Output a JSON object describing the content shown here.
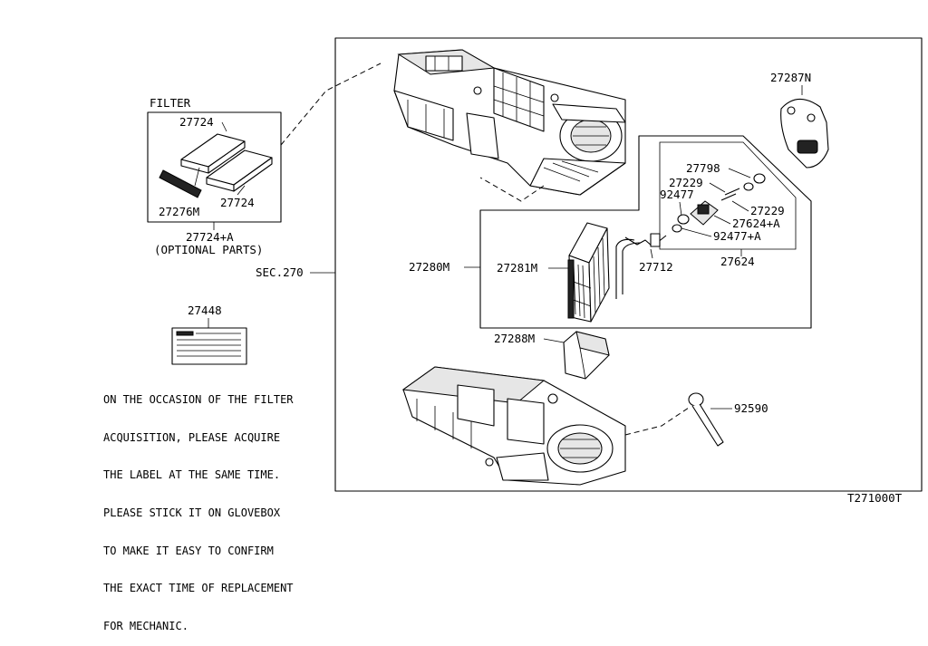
{
  "diagram": {
    "filter_group": {
      "title": "FILTER",
      "part_top": "27724",
      "part_right": "27724",
      "part_bottom": "27276M",
      "kit_number": "27724+A",
      "kit_note": "(OPTIONAL PARTS)"
    },
    "sec_label": "SEC.270",
    "label_part": "27448",
    "note_lines": [
      "ON THE OCCASION OF THE FILTER",
      "ACQUISITION, PLEASE ACQUIRE",
      "THE LABEL AT THE SAME TIME.",
      "PLEASE STICK IT ON GLOVEBOX",
      "TO MAKE IT EASY TO CONFIRM",
      "THE EXACT TIME OF REPLACEMENT",
      "FOR MECHANIC."
    ],
    "parts": {
      "cover": "27287N",
      "screw": "27798",
      "oring_a": "27229",
      "oring_b": "27229",
      "seal_a": "92477",
      "valve_kit": "27624+A",
      "seal_b": "92477+A",
      "valve": "27624",
      "pipe": "27712",
      "evap_assy": "27280M",
      "evap_core": "27281M",
      "bracket": "27288M",
      "hose": "92590"
    },
    "diagram_code": "T271000T"
  }
}
